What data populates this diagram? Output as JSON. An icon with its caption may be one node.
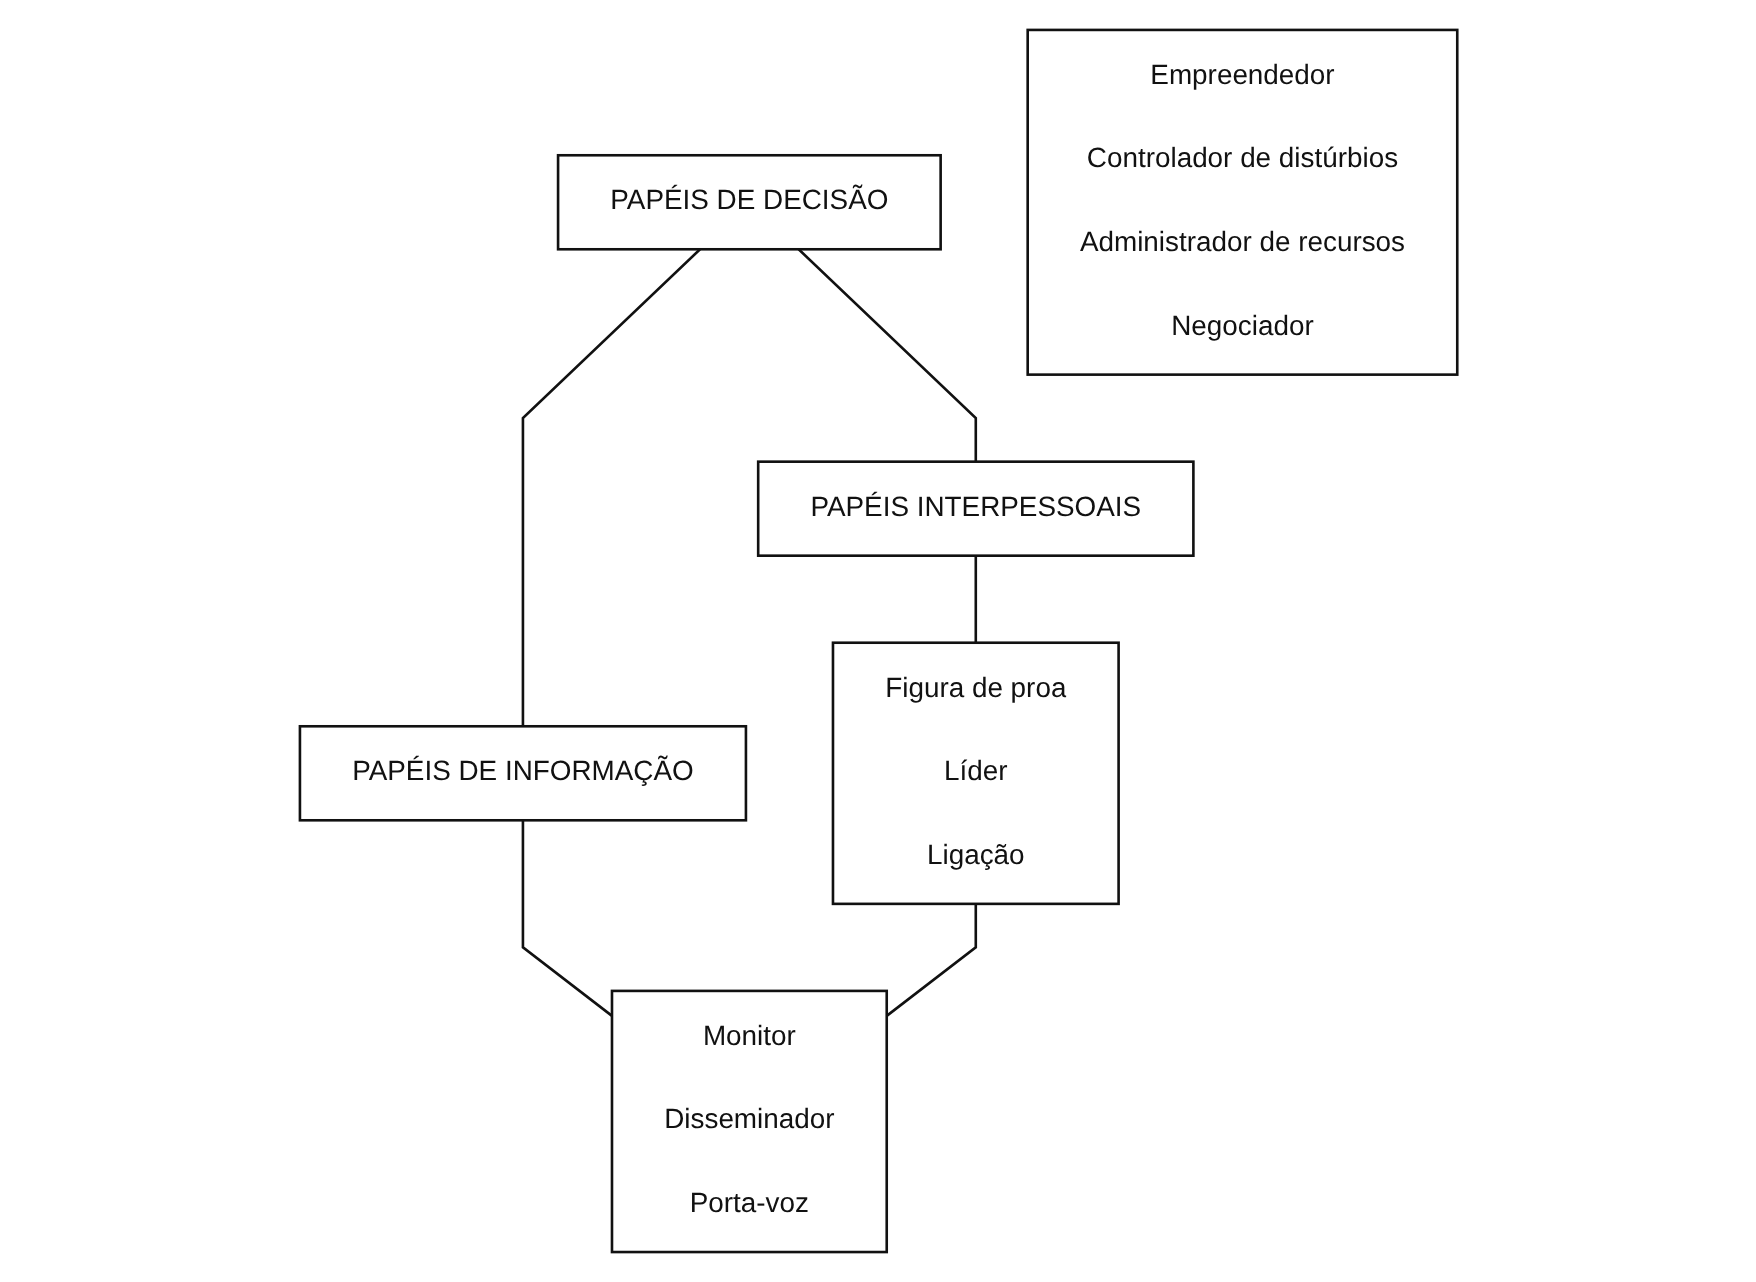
{
  "diagram": {
    "nodes": [
      {
        "text": [
          "PAPÉIS DE DECISÃO"
        ]
      },
      {
        "text": [
          "Empreendedor",
          "Controlador de distúrbios",
          "Administrador de recursos",
          "Negociador"
        ]
      },
      {
        "text": [
          "PAPÉIS INTERPESSOAIS"
        ]
      },
      {
        "text": [
          "PAPÉIS DE INFORMAÇÃO"
        ]
      },
      {
        "text": [
          "Figura de proa",
          "Líder",
          "Ligação"
        ]
      },
      {
        "text": [
          "Monitor",
          "Disseminador",
          "Porta-voz"
        ]
      }
    ],
    "edges": [
      {
        "from": 0,
        "to": 2,
        "arrow": "none"
      },
      {
        "from": 0,
        "to": 3,
        "arrow": "none"
      },
      {
        "from": 2,
        "to": 4,
        "arrow": "none"
      },
      {
        "from": 3,
        "to": 5,
        "arrow": "none"
      },
      {
        "from": 4,
        "to": 5,
        "arrow": "none"
      }
    ]
  }
}
